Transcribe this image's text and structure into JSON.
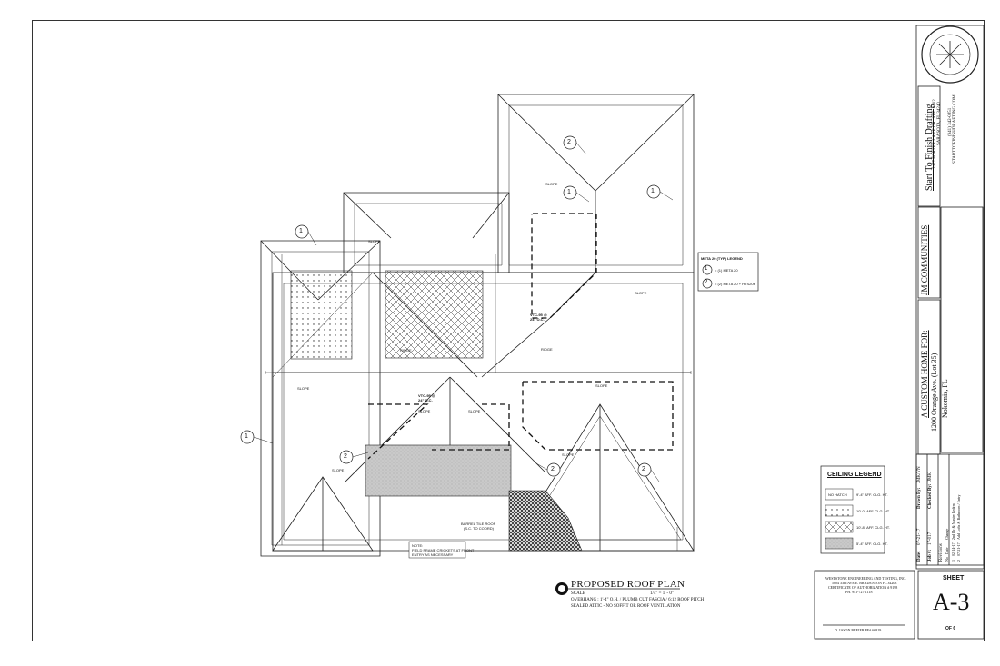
{
  "plan": {
    "title": "PROPOSED ROOF PLAN",
    "scale_label": "SCALE",
    "scale_value": "1/4\" = 1' - 0\"",
    "note_line1": "OVERHANG : 1'-4\" O.H. / PLUMB CUT FASCIA / 6:12 ROOF PITCH",
    "note_line2": "SEALED ATTIC - NO SOFFIT OR ROOF VENTILATION"
  },
  "plan_labels": {
    "slope": "SLOPE",
    "ridge": "RIDGE",
    "barrel_tile_roof": "BARREL TILE ROOF",
    "barrel_tile_roof_2": "(S.C. TO COORD)",
    "note_text1": "NOTE:",
    "note_text2": "FIELD FRAME CRICKETS AT FRONT",
    "note_text3": "ENTRY AS NECESSARY",
    "vtc_1": "VTC-95 @",
    "vtc_1b": "24\" O.C.",
    "vtc_2": "VTC-95 @",
    "vtc_2b": "24\" O.C.",
    "callout_1": "1",
    "callout_2": "2"
  },
  "metal_legend": {
    "title": "META 20 (TYP) LEGEND",
    "item1": "= (1) META 20",
    "item2": "= (2) META 20 + HTS20s"
  },
  "ceiling_legend": {
    "title": "CEILING LEGEND",
    "items": [
      {
        "symbol": "NO HATCH",
        "text": "9'-4\" AFF. CLG. HT."
      },
      {
        "symbol": "",
        "text": "10'-0\" AFF. CLG. HT."
      },
      {
        "symbol": "",
        "text": "10'-8\" AFF. CLG. HT."
      },
      {
        "symbol": "",
        "text": "5'-4\" AFF. CLG. HT."
      }
    ]
  },
  "title_block": {
    "company": "Start To Finish Drafting",
    "company_addr1": "2477 PORTER LAKE DR. STE. #102",
    "company_addr2": "SARASOTA, FL 34240",
    "company_phone": "(941) 342-0851",
    "company_web": "STARTTOFINISHDRAFTING.COM",
    "client": "JM COMMUNITIES",
    "project_heading": "A CUSTOM HOME FOR:",
    "project_addr1": "1200 Orange Ave. (Lot 35)",
    "project_addr2": "Nokomis, FL",
    "date_label": "Date:",
    "date_value": "07-21-17",
    "drawn_label": "Drawn By:",
    "drawn_value": "JMK/VN",
    "job_label": "Job #:",
    "job_value": "17-017",
    "checked_label": "Checked By:",
    "checked_value": "JMK",
    "revisions_heading": "Revisions",
    "rev_cols": [
      "No",
      "Date",
      "Change"
    ],
    "revisions": [
      {
        "no": "1",
        "date": "02-14-17",
        "change": "2nd Flr & Master Bedrm"
      },
      {
        "no": "2",
        "date": "07-21-17",
        "change": "Add Lofts & Bathroom / Entry"
      }
    ],
    "engineer_line1": "WESTSTONE ENGINEERING AND TESTING, INC.",
    "engineer_line2": "5804 33rd AVE E. BRADENTON FL 34203",
    "engineer_line3": "CERTIFICATE OF AUTHORIZATION # 9198",
    "engineer_line4": "PH. 941-727-1118",
    "engineer_sig": "D. JASON BREIER PE# 66819",
    "sheet_label": "SHEET",
    "sheet_number": "A-3",
    "sheet_of": "OF 6"
  }
}
